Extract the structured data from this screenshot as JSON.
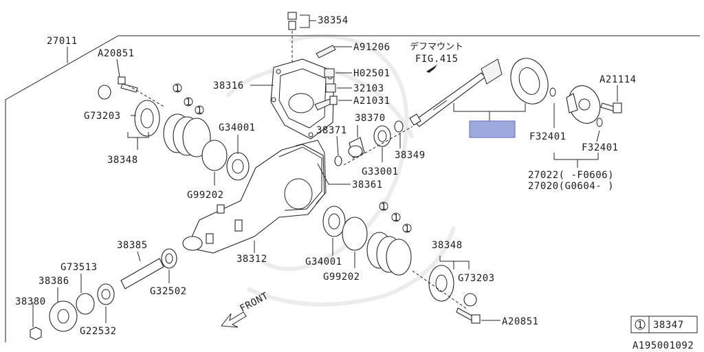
{
  "labels": {
    "assembly": "27011",
    "p38354": "38354",
    "pA91206": "A91206",
    "pH02501": "H02501",
    "p32103": "32103",
    "pA21031": "A21031",
    "p38316": "38316",
    "pA20851_top": "A20851",
    "pG73203_left": "G73203",
    "p38348_left": "38348",
    "pG34001_top": "G34001",
    "pG99202_top": "G99202",
    "p38370": "38370",
    "p38371": "38371",
    "pG33001": "G33001",
    "p38349": "38349",
    "p38361": "38361",
    "p38312": "38312",
    "pG34001_bot": "G34001",
    "pG99202_bot": "G99202",
    "p38348_right": "38348",
    "pG73203_right": "G73203",
    "pA20851_bot": "A20851",
    "p38385": "38385",
    "pG73513": "G73513",
    "p38386": "38386",
    "p38380": "38380",
    "pG32502": "G32502",
    "pG22532": "G22532",
    "pA21114": "A21114",
    "pF32401_a": "F32401",
    "pF32401_b": "F32401",
    "p27022": "27022( -F0606)",
    "p27020": "27020(G0604- )",
    "diff_mount": "デフマウント",
    "fig_ref": "FIG.415",
    "front": "FRONT",
    "legend_num": "1",
    "legend_part": "38347",
    "drawing_id": "A195001092",
    "callout": "1"
  },
  "colors": {
    "highlight_fill": "#9fa8da",
    "highlight_stroke": "#5c6bc0",
    "line": "#222222"
  }
}
